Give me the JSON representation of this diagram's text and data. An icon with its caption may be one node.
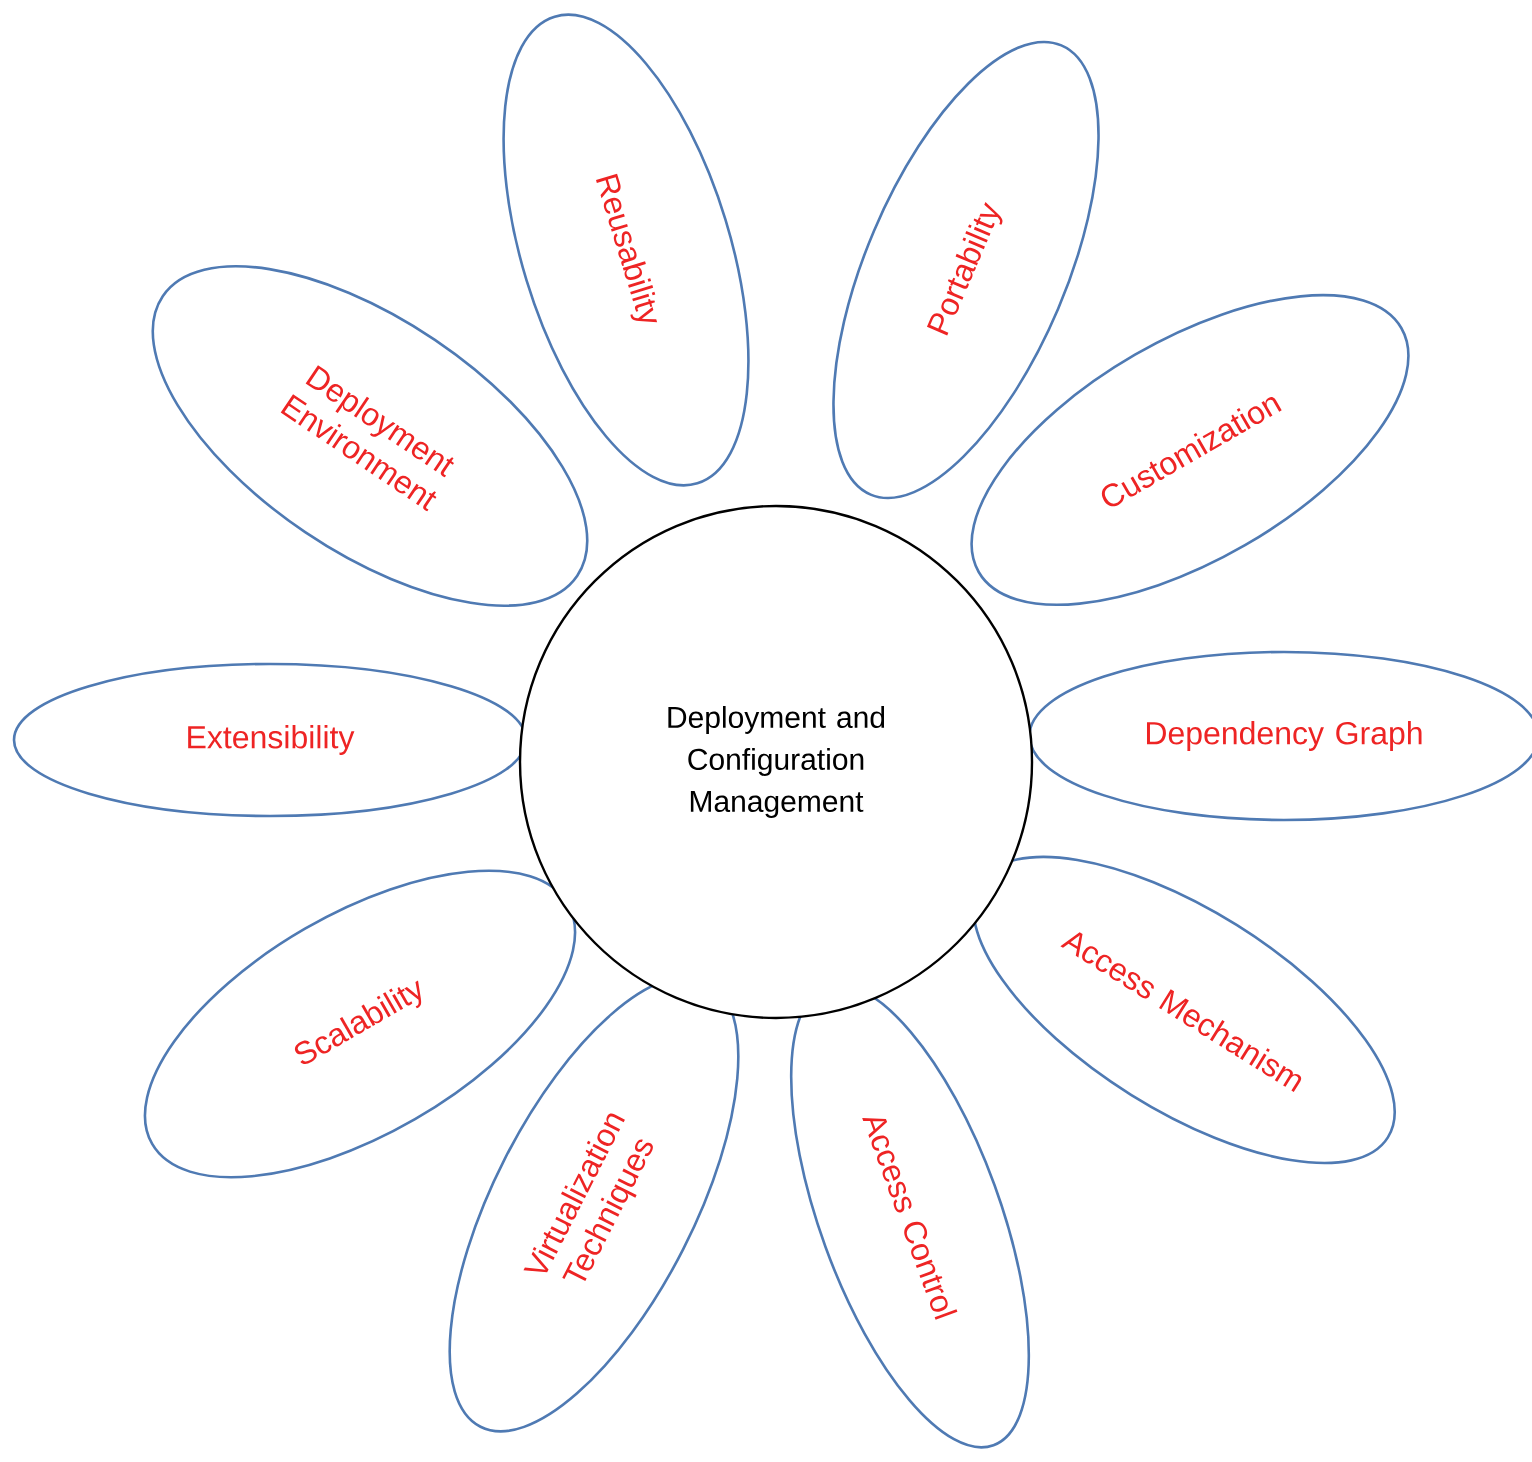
{
  "diagram": {
    "nodes": [
      {
        "text": [
          "Deployment and Configuration Management"
        ]
      },
      {
        "text": [
          "Reusability"
        ]
      },
      {
        "text": [
          "Portability"
        ]
      },
      {
        "text": [
          "Customization"
        ]
      },
      {
        "text": [
          "Dependency Graph"
        ]
      },
      {
        "text": [
          "Access Mechanism"
        ]
      },
      {
        "text": [
          "Access Control"
        ]
      },
      {
        "text": [
          "Virtualization Techniques"
        ]
      },
      {
        "text": [
          "Scalability"
        ]
      },
      {
        "text": [
          "Extensibility"
        ]
      },
      {
        "text": [
          "Deployment Environment"
        ]
      }
    ]
  }
}
